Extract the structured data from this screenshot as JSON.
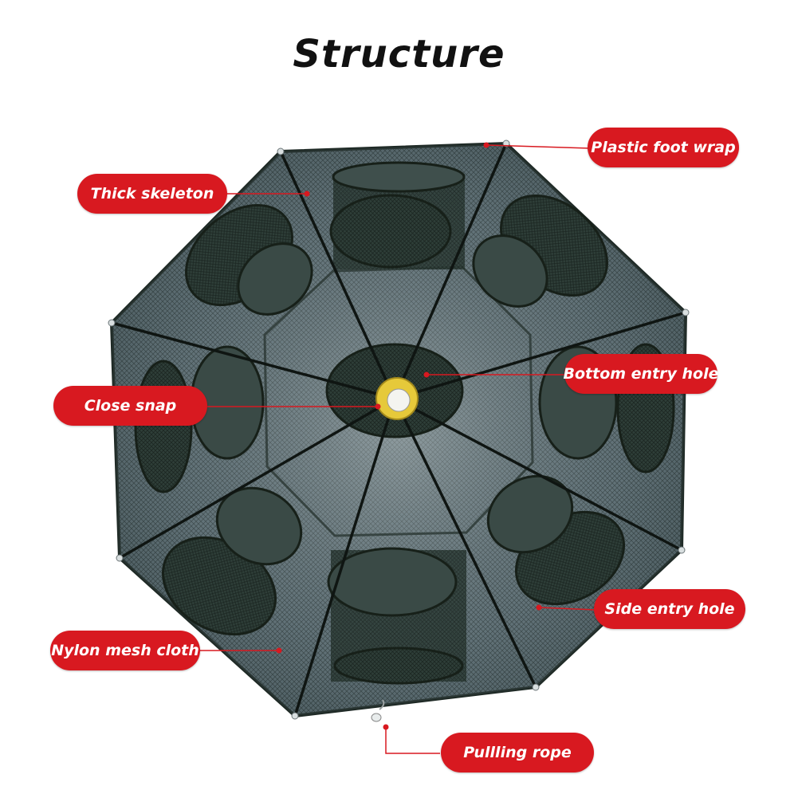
{
  "title": "Structure",
  "labels": {
    "plastic_foot_wrap": "Plastic foot wrap",
    "thick_skeleton": "Thick skeleton",
    "bottom_entry_hole": "Bottom entry hole",
    "close_snap": "Close snap",
    "side_entry_hole": "Side entry hole",
    "nylon_mesh_cloth": "Nylon mesh cloth",
    "pulling_rope": "Pullling rope"
  },
  "colors": {
    "label_bg": "#d81920",
    "leader_line": "#d81920",
    "mesh_dark": "#26322d",
    "mesh_light": "#7a8a90",
    "snap": "#e6c93a"
  }
}
